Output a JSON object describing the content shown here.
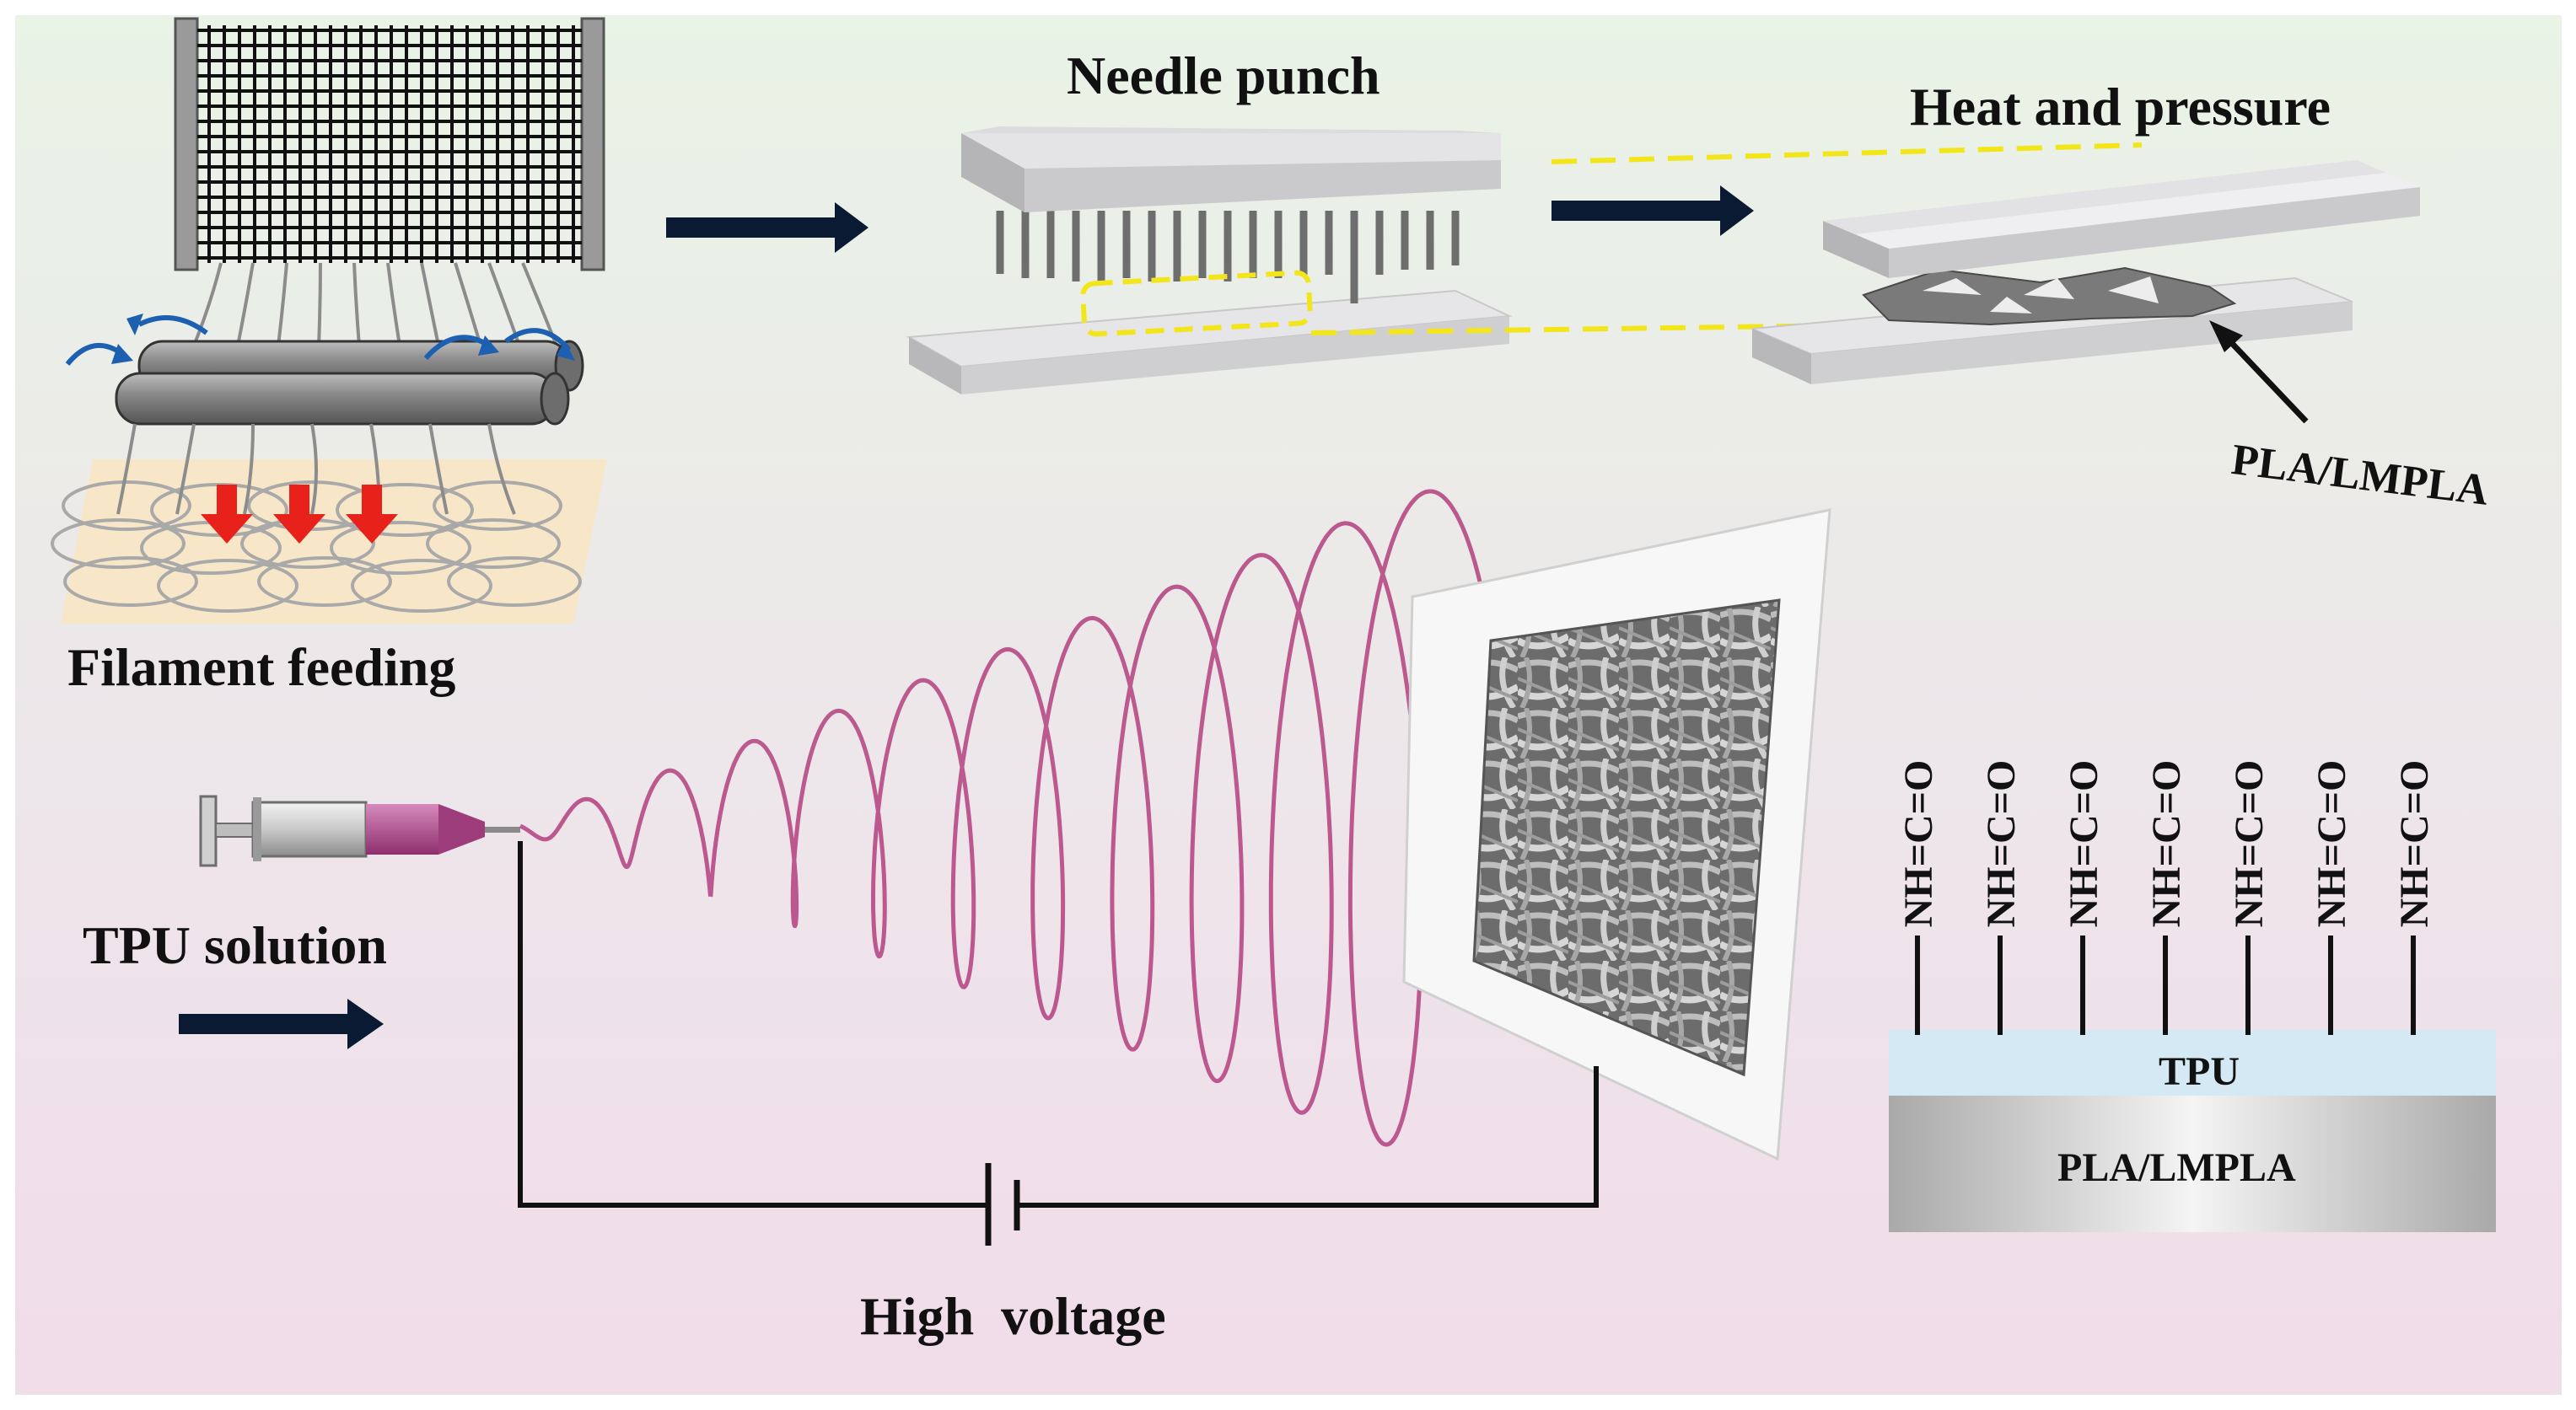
{
  "labels": {
    "filament_feeding": "Filament feeding",
    "needle_punch": "Needle punch",
    "heat_pressure": "Heat and pressure",
    "pla_lmpla_arrow": "PLA/LMPLA",
    "tpu_solution": "TPU solution",
    "high_voltage": "High  voltage",
    "layer_tpu": "TPU",
    "layer_pla": "PLA/LMPLA",
    "group_label": "NH=C=O"
  },
  "colors": {
    "background_top": "#e9f3e6",
    "background_bottom": "#f1dce9",
    "spiral": "#b3407f",
    "arrow": "#0b1a33",
    "red_arrow": "#e8211b",
    "highlight": "#f2e61a",
    "tpu_layer": "#d5e9f5",
    "plate": "#e2e2e4"
  }
}
